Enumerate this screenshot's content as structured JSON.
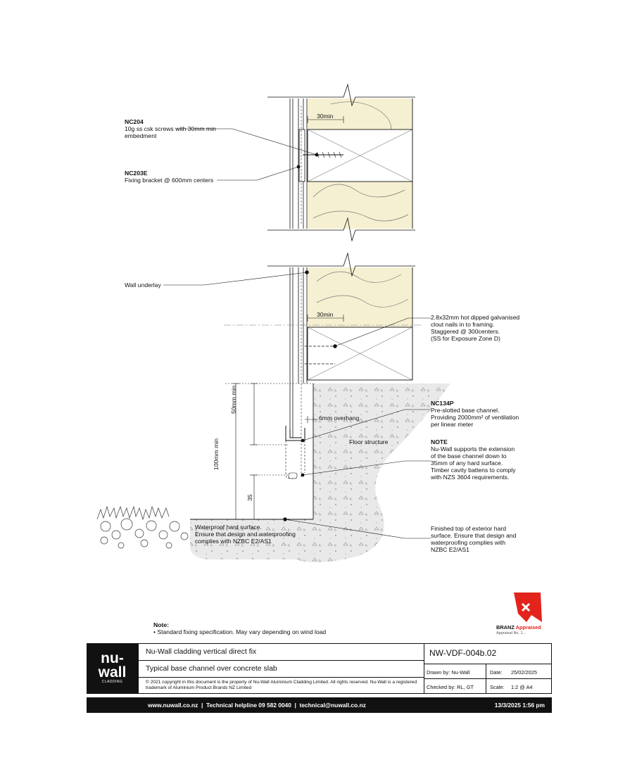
{
  "labels": {
    "nc204": {
      "code": "NC204",
      "lines": [
        "10g ss csk screws with 30mm min",
        "embedment"
      ]
    },
    "nc203e": {
      "code": "NC203E",
      "lines": [
        "Fixing bracket @ 600mm centers"
      ]
    },
    "underlay": {
      "text": "Wall underlay"
    },
    "nails": {
      "lines": [
        "2.8x32mm hot dipped galvanised",
        "clout nails in to framing.",
        "Staggered @ 300centers.",
        "(SS for Exposure Zone D)"
      ]
    },
    "nc134p": {
      "code": "NC134P",
      "lines": [
        "Pre-slotted base channel.",
        "Providing 2000mm² of ventilation",
        "per linear meter"
      ]
    },
    "note_right": {
      "code": "NOTE",
      "lines": [
        "Nu-Wall supports the extension",
        "of the base channel down to",
        "35mm of any hard surface.",
        "Timber cavity battens to comply",
        "with NZS 3604 requirements."
      ]
    },
    "finished": {
      "lines": [
        "Finished top of exterior hard",
        "surface. Ensure that design and",
        "waterproofing complies with",
        "NZBC E2/AS1"
      ]
    },
    "waterproof": {
      "lines": [
        "Waterproof hard surface.",
        "Ensure that design and waterproofing",
        "complies with NZBC E2/AS1"
      ]
    },
    "overhang": {
      "text": "6mm overhang"
    },
    "floor": {
      "text": "Floor structure"
    },
    "dim_30_top": {
      "text": "30min"
    },
    "dim_30_bottom": {
      "text": "30min"
    },
    "dim_50": {
      "text": "50mm min"
    },
    "dim_100": {
      "text": "100mm min"
    },
    "dim_35": {
      "text": "35"
    }
  },
  "note": {
    "title": "Note:",
    "body": "• Standard fixing specification. May vary depending on wind load"
  },
  "branz": {
    "line1_a": "BRANZ",
    "line1_b": "Appraised",
    "line2": "Appraisal No. 1..."
  },
  "title_block": {
    "logo_top": "nu-",
    "logo_bottom": "wall",
    "logo_sub": "CLADDING",
    "title": "Nu-Wall cladding vertical direct fix",
    "subtitle": "Typical base channel over concrete slab",
    "copyright": "© 2021 copyright in this document is the property of Nu-Wall Aluminium Cladding Limited. All rights reserved. Nu-Wall is a registered trademark of Aluminium Product Brands NZ Limited",
    "drawing_no": "NW-VDF-004b.02",
    "drawn_by": "Drawn by: Nu-Wall",
    "date_label": "Date:",
    "date": "25/02/2025",
    "checked_by": "Checked by: RL, GT",
    "scale_label": "Scale:",
    "scale": "1:2 @ A4"
  },
  "footer": {
    "contact": "www.nuwall.co.nz  |  Technical helpline 09 582 0040  |  technical@nuwall.co.nz",
    "timestamp": "13/3/2025 1:56 pm"
  },
  "colors": {
    "insulation": "#f6f0d2",
    "concrete": "#e9e9e9",
    "brand_red": "#e2241c",
    "ink": "#111111"
  }
}
